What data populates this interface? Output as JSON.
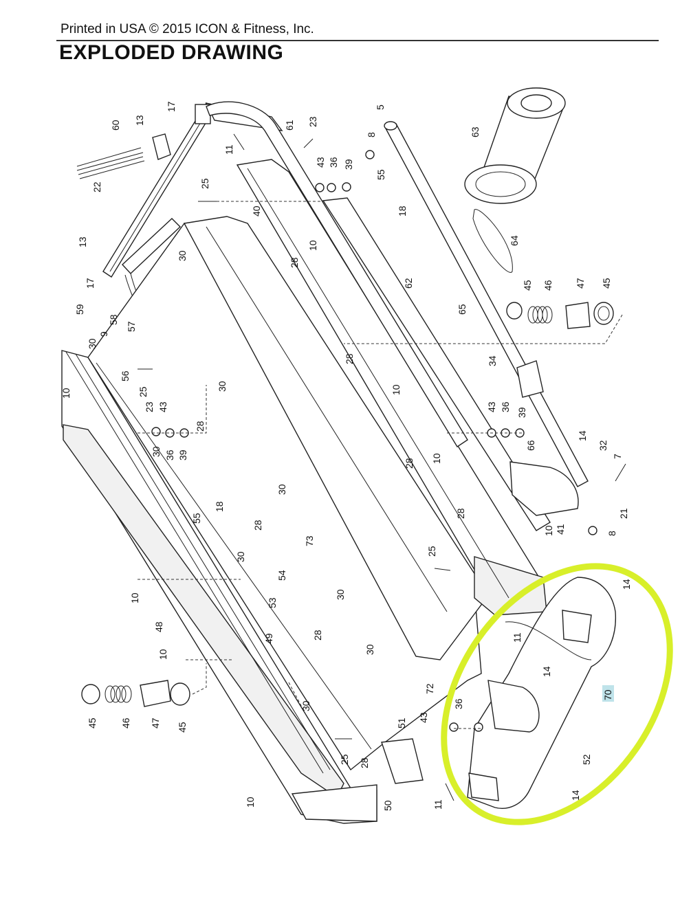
{
  "header": {
    "printed_line": "Printed in USA © 2015 ICON & Fitness, Inc.",
    "title": "EXPLODED DRAWING"
  },
  "highlight": {
    "part_number": "70",
    "ring_color": "#d8ef2a",
    "label_bg": "#bfe3ea"
  },
  "callouts": {
    "c5": "5",
    "c8a": "8",
    "c61": "61",
    "c23a": "23",
    "c11a": "11",
    "c63": "63",
    "c60": "60",
    "c13a": "13",
    "c17a": "17",
    "c43a": "43",
    "c36a": "36",
    "c39a": "39",
    "c55a": "55",
    "c18a": "18",
    "c25a": "25",
    "c40": "40",
    "c22": "22",
    "c13b": "13",
    "c17b": "17",
    "c30a": "30",
    "c28a": "28",
    "c10a": "10",
    "c64": "64",
    "c62": "62",
    "c59": "59",
    "c58": "58",
    "c57": "57",
    "c9": "9",
    "c30b": "30",
    "c56": "56",
    "c25b": "25",
    "c45a": "45",
    "c46a": "46",
    "c47a": "47",
    "c45b": "45",
    "c65": "65",
    "c28b": "28",
    "c10b": "10",
    "c34": "34",
    "c30c": "30",
    "c10c": "10",
    "c23b": "23",
    "c43b": "43",
    "c28c": "28",
    "c30d": "30",
    "c36b": "36",
    "c39b": "39",
    "c43c": "43",
    "c36c": "36",
    "c39c": "39",
    "c14a": "14",
    "c66": "66",
    "c32": "32",
    "c7": "7",
    "c28d": "28",
    "c10d": "10",
    "c30e": "30",
    "c55b": "55",
    "c18b": "18",
    "c21": "21",
    "c41": "41",
    "c8b": "8",
    "c28e": "28",
    "c10e": "10",
    "c73": "73",
    "c28f": "28",
    "c25c": "25",
    "c54": "54",
    "c30f": "30",
    "c53": "53",
    "c10f": "10",
    "c14b": "14",
    "c30g": "30",
    "c48": "48",
    "c49": "49",
    "c28g": "28",
    "c11b": "11",
    "c30h": "30",
    "c72": "72",
    "c10g": "10",
    "c14c": "14",
    "c70": "70",
    "c45c": "45",
    "c46b": "46",
    "c47b": "47",
    "c45d": "45",
    "c30i": "30",
    "c36d": "36",
    "c43d": "43",
    "c25d": "25",
    "c28h": "28",
    "c51": "51",
    "c52": "52",
    "c10h": "10",
    "c50": "50",
    "c11c": "11",
    "c14d": "14"
  }
}
